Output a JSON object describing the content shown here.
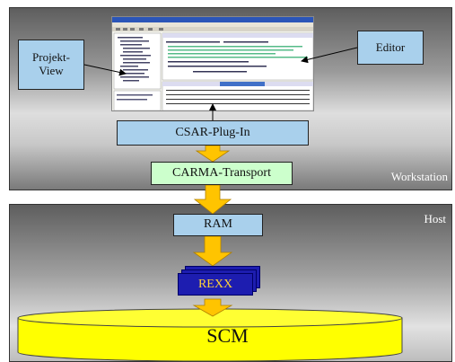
{
  "workstation": {
    "label": "Workstation"
  },
  "host": {
    "label": "Host"
  },
  "callouts": {
    "projekt_view": "Projekt-\nView",
    "editor": "Editor"
  },
  "layers": {
    "csar": "CSAR-Plug-In",
    "carma": "CARMA-Transport",
    "ram": "RAM",
    "rexx": "REXX",
    "scm": "SCM"
  },
  "colors": {
    "box_blue": "#a9d0ec",
    "box_green": "#ccffcc",
    "arrow_fill": "#ffc400",
    "rexx_fill": "#1d1db0",
    "rexx_text": "#ffd23a",
    "scm_fill": "#ffff00"
  },
  "icons": {
    "ide_screenshot": "ide-window-thumbnail"
  }
}
